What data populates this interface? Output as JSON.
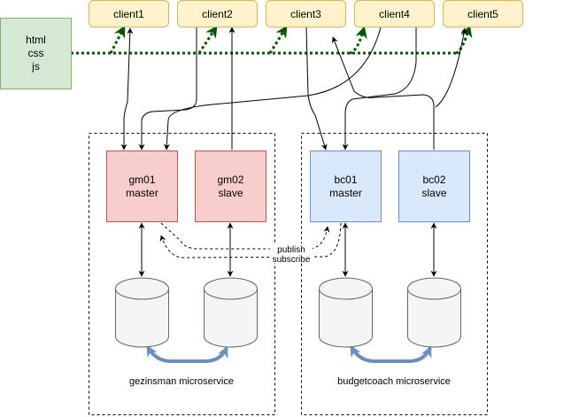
{
  "colors": {
    "client_fill": "#fff2cc",
    "client_stroke": "#d6b656",
    "html_fill": "#d5e8d4",
    "html_stroke": "#82b366",
    "gm_fill": "#f8cecc",
    "gm_stroke": "#b85450",
    "bc_fill": "#dae8fc",
    "bc_stroke": "#6c8ebf",
    "db_fill": "#f5f5f5",
    "db_stroke": "#666666",
    "green_edge": "#005700",
    "blue_edge": "#6c8ebf"
  },
  "clients": [
    {
      "label": "client1"
    },
    {
      "label": "client2"
    },
    {
      "label": "client3"
    },
    {
      "label": "client4"
    },
    {
      "label": "client5"
    }
  ],
  "static_assets": {
    "line1": "html",
    "line2": "css",
    "line3": "js"
  },
  "gezinsman": {
    "label": "gezinsman microservice",
    "master": {
      "line1": "gm01",
      "line2": "master"
    },
    "slave": {
      "line1": "gm02",
      "line2": "slave"
    }
  },
  "budgetcoach": {
    "label": "budgetcoach microservice",
    "master": {
      "line1": "bc01",
      "line2": "master"
    },
    "slave": {
      "line1": "bc02",
      "line2": "slave"
    }
  },
  "pubsub": {
    "publish": "publish",
    "subscribe": "subscribe"
  }
}
